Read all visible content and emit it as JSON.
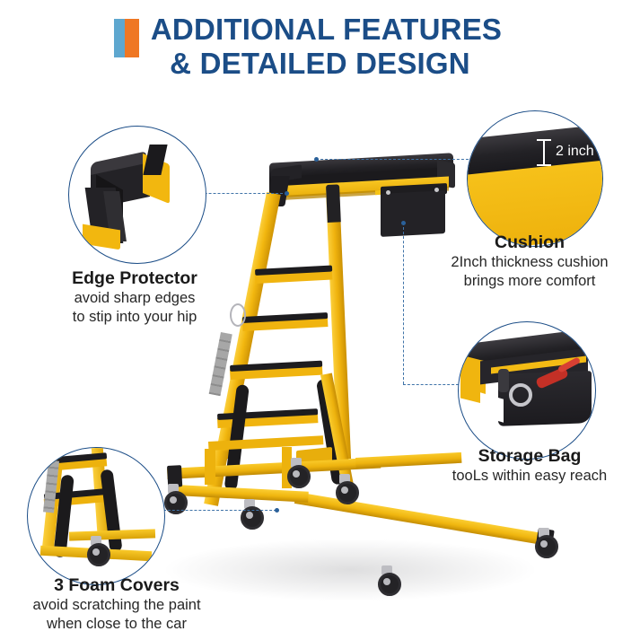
{
  "header": {
    "line1": "ADDITIONAL FEATURES",
    "line2": "& DETAILED DESIGN",
    "accent_blue": "#5ea7cf",
    "accent_orange": "#ef7723",
    "title_color": "#1b4d87"
  },
  "callouts": [
    {
      "id": "edge-protector",
      "title": "Edge Protector",
      "line1": "avoid sharp edges",
      "line2": "to stip into your hip"
    },
    {
      "id": "cushion",
      "title": "Cushion",
      "line1": "2Inch thickness cushion",
      "line2": "brings more comfort",
      "measure": "2 inch"
    },
    {
      "id": "storage-bag",
      "title": "Storage Bag",
      "line1": "tooLs within easy reach",
      "line2": ""
    },
    {
      "id": "foam-covers",
      "title": "3 Foam Covers",
      "line1": "avoid scratching the paint",
      "line2": "when close to the car"
    }
  ],
  "product": {
    "name": "rolling work platform ladder",
    "frame_color": "#f2b70f",
    "pad_color": "#232226",
    "caster_color": "#242326"
  }
}
